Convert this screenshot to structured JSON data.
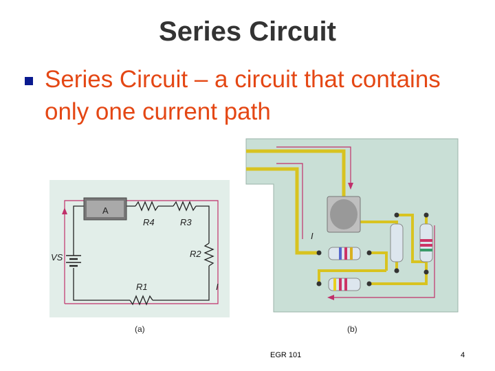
{
  "slide": {
    "title": "Series Circuit",
    "bullet": "Series Circuit – a circuit that contains only one current path"
  },
  "figure_a": {
    "caption": "(a)",
    "ammeter_label": "A",
    "r4_label": "R4",
    "r3_label": "R3",
    "r2_label": "R2",
    "r1_label": "R1",
    "source_label": "VS",
    "current_label": "I"
  },
  "figure_b": {
    "caption": "(b)",
    "current_label": "I"
  },
  "footer": {
    "course": "EGR 101",
    "page": "4"
  },
  "colors": {
    "title": "#333333",
    "bullet_text": "#e44714",
    "bullet_marker": "#0a1a8f",
    "loop": "#c0306a",
    "board": "#c9dfd6",
    "trace": "#d8c320"
  }
}
